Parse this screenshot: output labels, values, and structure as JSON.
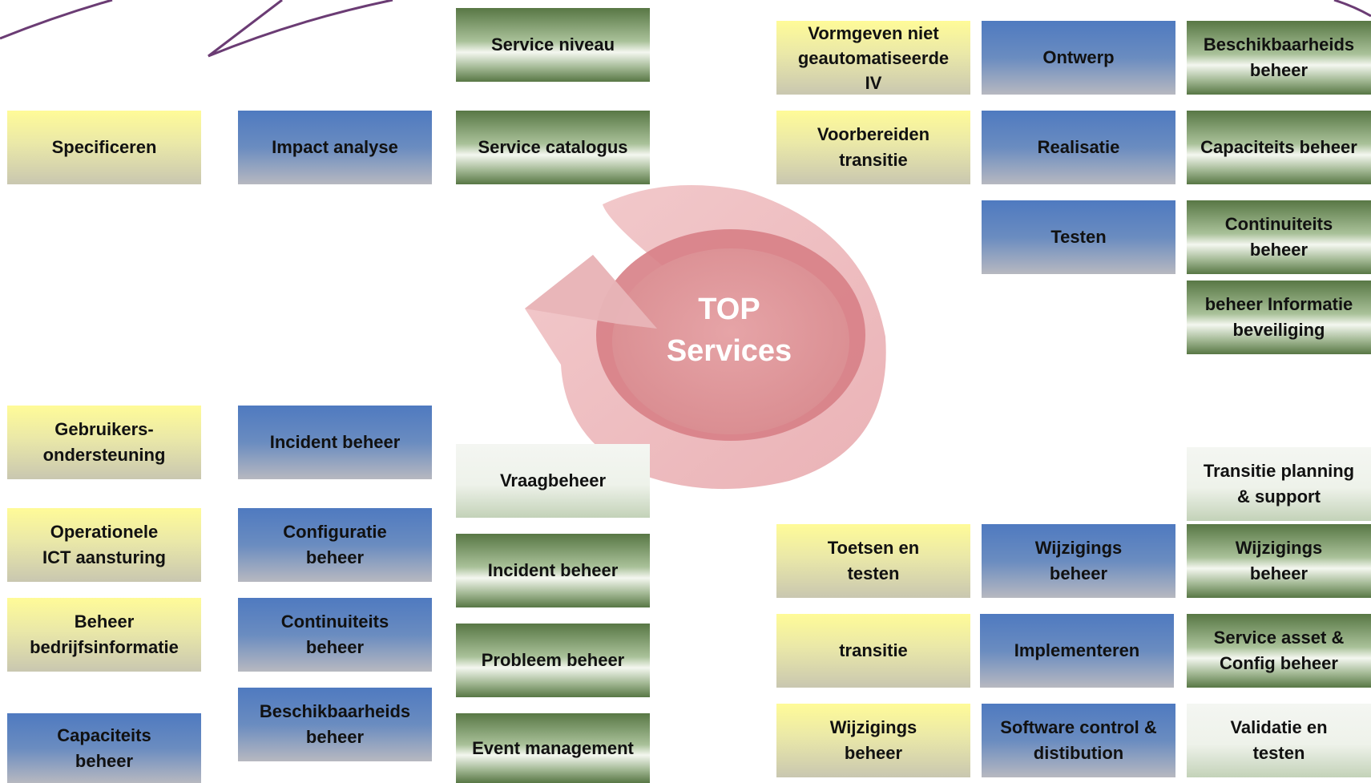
{
  "center": {
    "line1": "TOP",
    "line2": "Services"
  },
  "colors": {
    "yellow": "#fffb98",
    "blue": "#4f7ac0",
    "green": "#587745",
    "white": "#f4f6f2",
    "cycle": "#d9747c",
    "connector": "#6b3c74"
  },
  "boxes": {
    "specificeren": "Specificeren",
    "impact_analyse": "Impact analyse",
    "service_niveau": "Service niveau",
    "service_catalogus": "Service catalogus",
    "gebruikers_1": "Gebruikers-",
    "gebruikers_2": "ondersteuning",
    "operationele_1": "Operationele",
    "operationele_2": "ICT aansturing",
    "beheer_bedr_1": "Beheer",
    "beheer_bedr_2": "bedrijfsinformatie",
    "capaciteits_left_1": "Capaciteits",
    "capaciteits_left_2": "beheer",
    "incident_beheer_blue": "Incident beheer",
    "configuratie_1": "Configuratie",
    "configuratie_2": "beheer",
    "continuiteits_left_1": "Continuiteits",
    "continuiteits_left_2": "beheer",
    "beschikbaarheids_left_1": "Beschikbaarheids",
    "beschikbaarheids_left_2": "beheer",
    "vraagbeheer": "Vraagbeheer",
    "incident_beheer_green": "Incident beheer",
    "probleem_beheer": "Probleem beheer",
    "event_management": "Event management",
    "vormgeven_1": "Vormgeven niet",
    "vormgeven_2": "geautomatiseerde",
    "vormgeven_3": "IV",
    "voorbereiden_1": "Voorbereiden",
    "voorbereiden_2": "transitie",
    "ontwerp": "Ontwerp",
    "realisatie": "Realisatie",
    "testen": "Testen",
    "beschikbaarheids_right_1": "Beschikbaarheids",
    "beschikbaarheids_right_2": "beheer",
    "capaciteits_right": "Capaciteits beheer",
    "continuiteits_right_1": "Continuiteits",
    "continuiteits_right_2": "beheer",
    "beheer_info_1": "beheer Informatie",
    "beheer_info_2": "beveiliging",
    "transitie_planning_1": "Transitie planning",
    "transitie_planning_2": "& support",
    "toetsen_1": "Toetsen en",
    "toetsen_2": "testen",
    "wijzigings_blue_1": "Wijzigings",
    "wijzigings_blue_2": "beheer",
    "wijzigings_green_1": "Wijzigings",
    "wijzigings_green_2": "beheer",
    "transitie": "transitie",
    "implementeren": "Implementeren",
    "service_asset_1": "Service asset &",
    "service_asset_2": "Config beheer",
    "wijzigings_yellow_1": "Wijzigings",
    "wijzigings_yellow_2": "beheer",
    "software_control_1": "Software control &",
    "software_control_2": "distibution",
    "validatie_1": "Validatie en",
    "validatie_2": "testen"
  }
}
